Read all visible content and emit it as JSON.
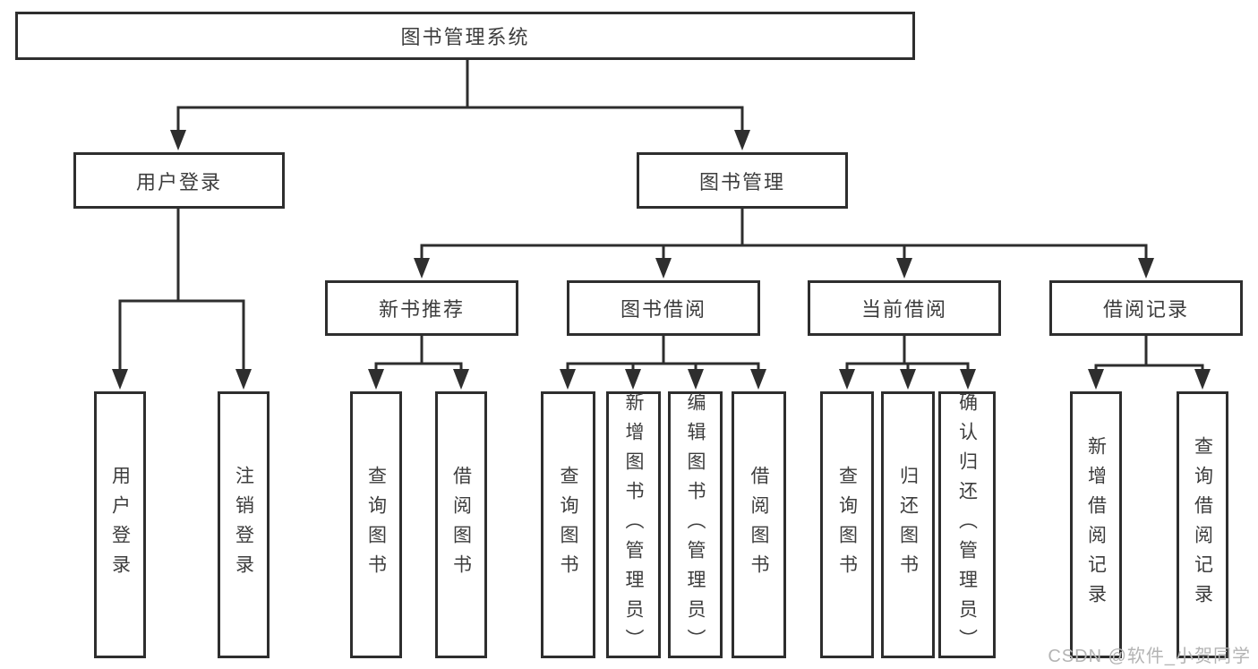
{
  "diagram": {
    "type": "hierarchy-tree",
    "line_color": "#2e2e2e",
    "text_color": "#3d3d3d",
    "background": "#ffffff",
    "nodes": {
      "root": {
        "label": "图书管理系统",
        "children": [
          "user_login",
          "book_mgmt"
        ]
      },
      "user_login": {
        "label": "用户登录",
        "children": [
          "ul_login",
          "ul_logout"
        ]
      },
      "book_mgmt": {
        "label": "图书管理",
        "children": [
          "new_book_rec",
          "book_borrow",
          "current_borrow",
          "borrow_records"
        ]
      },
      "new_book_rec": {
        "label": "新书推荐",
        "children": [
          "nbr_query",
          "nbr_borrow"
        ]
      },
      "book_borrow": {
        "label": "图书借阅",
        "children": [
          "bb_query",
          "bb_add",
          "bb_edit",
          "bb_borrow"
        ]
      },
      "current_borrow": {
        "label": "当前借阅",
        "children": [
          "cb_query",
          "cb_return",
          "cb_confirm"
        ]
      },
      "borrow_records": {
        "label": "借阅记录",
        "children": [
          "br_add",
          "br_query"
        ]
      },
      "ul_login": {
        "label": "用户登录"
      },
      "ul_logout": {
        "label": "注销登录"
      },
      "nbr_query": {
        "label": "查询图书"
      },
      "nbr_borrow": {
        "label": "借阅图书"
      },
      "bb_query": {
        "label": "查询图书"
      },
      "bb_add": {
        "label": "新增图书（管理员）"
      },
      "bb_edit": {
        "label": "编辑图书（管理员）"
      },
      "bb_borrow": {
        "label": "借阅图书"
      },
      "cb_query": {
        "label": "查询图书"
      },
      "cb_return": {
        "label": "归还图书"
      },
      "cb_confirm": {
        "label": "确认归还（管理员）"
      },
      "br_add": {
        "label": "新增借阅记录"
      },
      "br_query": {
        "label": "查询借阅记录"
      }
    }
  },
  "watermark": {
    "text": "CSDN @软件_小贺同学",
    "color": "#b4b4b4"
  }
}
